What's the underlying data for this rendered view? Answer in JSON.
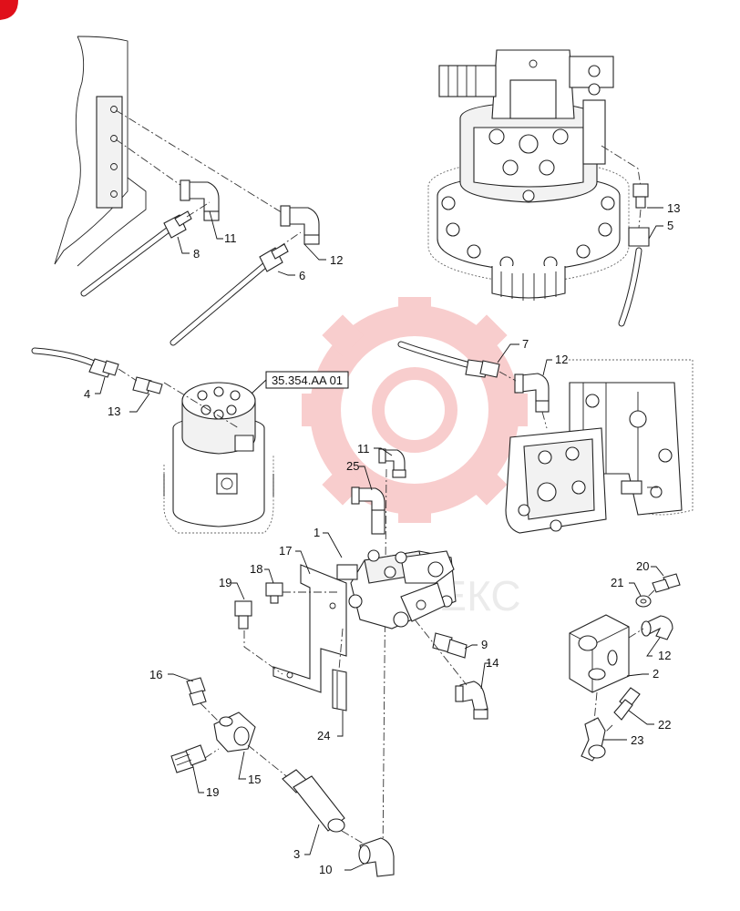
{
  "colors": {
    "watermark": "#f4a5a5",
    "corner_badge": "#e0101a",
    "line": "#222222"
  },
  "reference_box": {
    "text": "35.354.AA 01"
  },
  "callouts": [
    {
      "id": "c1",
      "text": "1"
    },
    {
      "id": "c2",
      "text": "2"
    },
    {
      "id": "c3",
      "text": "3"
    },
    {
      "id": "c4",
      "text": "4"
    },
    {
      "id": "c5",
      "text": "5"
    },
    {
      "id": "c6",
      "text": "6"
    },
    {
      "id": "c7",
      "text": "7"
    },
    {
      "id": "c8",
      "text": "8"
    },
    {
      "id": "c9",
      "text": "9"
    },
    {
      "id": "c10",
      "text": "10"
    },
    {
      "id": "c11a",
      "text": "11"
    },
    {
      "id": "c11b",
      "text": "11"
    },
    {
      "id": "c12a",
      "text": "12"
    },
    {
      "id": "c12b",
      "text": "12"
    },
    {
      "id": "c12c",
      "text": "12"
    },
    {
      "id": "c13a",
      "text": "13"
    },
    {
      "id": "c13b",
      "text": "13"
    },
    {
      "id": "c14",
      "text": "14"
    },
    {
      "id": "c15",
      "text": "15"
    },
    {
      "id": "c16",
      "text": "16"
    },
    {
      "id": "c17",
      "text": "17"
    },
    {
      "id": "c18",
      "text": "18"
    },
    {
      "id": "c19a",
      "text": "19"
    },
    {
      "id": "c19b",
      "text": "19"
    },
    {
      "id": "c20",
      "text": "20"
    },
    {
      "id": "c21",
      "text": "21"
    },
    {
      "id": "c22",
      "text": "22"
    },
    {
      "id": "c23",
      "text": "23"
    },
    {
      "id": "c24",
      "text": "24"
    },
    {
      "id": "c25",
      "text": "25"
    }
  ]
}
